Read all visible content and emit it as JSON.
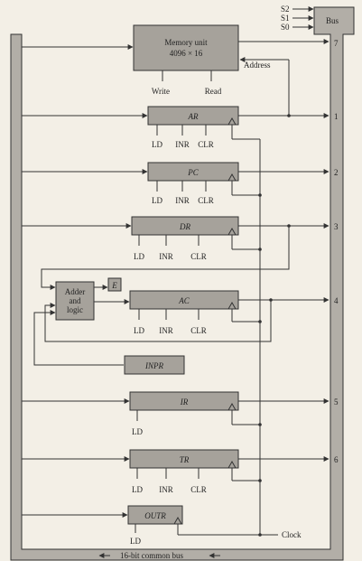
{
  "select_lines": [
    "S2",
    "S1",
    "S0"
  ],
  "bus_label": "Bus",
  "memory": {
    "line1": "Memory unit",
    "line2": "4096 × 16",
    "write": "Write",
    "read": "Read",
    "address": "Address",
    "bus_num": "7"
  },
  "registers": [
    {
      "id": "ar",
      "name": "AR",
      "num": "1",
      "controls": [
        "LD",
        "INR",
        "CLR"
      ]
    },
    {
      "id": "pc",
      "name": "PC",
      "num": "2",
      "controls": [
        "LD",
        "INR",
        "CLR"
      ]
    },
    {
      "id": "dr",
      "name": "DR",
      "num": "3",
      "controls": [
        "LD",
        "INR",
        "CLR"
      ]
    },
    {
      "id": "ac",
      "name": "AC",
      "num": "4",
      "controls": [
        "LD",
        "INR",
        "CLR"
      ]
    },
    {
      "id": "inpr",
      "name": "INPR",
      "num": "",
      "controls": []
    },
    {
      "id": "ir",
      "name": "IR",
      "num": "5",
      "controls": [
        "LD"
      ]
    },
    {
      "id": "tr",
      "name": "TR",
      "num": "6",
      "controls": [
        "LD",
        "INR",
        "CLR"
      ]
    },
    {
      "id": "outr",
      "name": "OUTR",
      "num": "",
      "controls": [
        "LD"
      ]
    }
  ],
  "adder": {
    "line1": "Adder",
    "line2": "and",
    "line3": "logic"
  },
  "e_flag": "E",
  "clock": "Clock",
  "common_bus": "16-bit common bus"
}
